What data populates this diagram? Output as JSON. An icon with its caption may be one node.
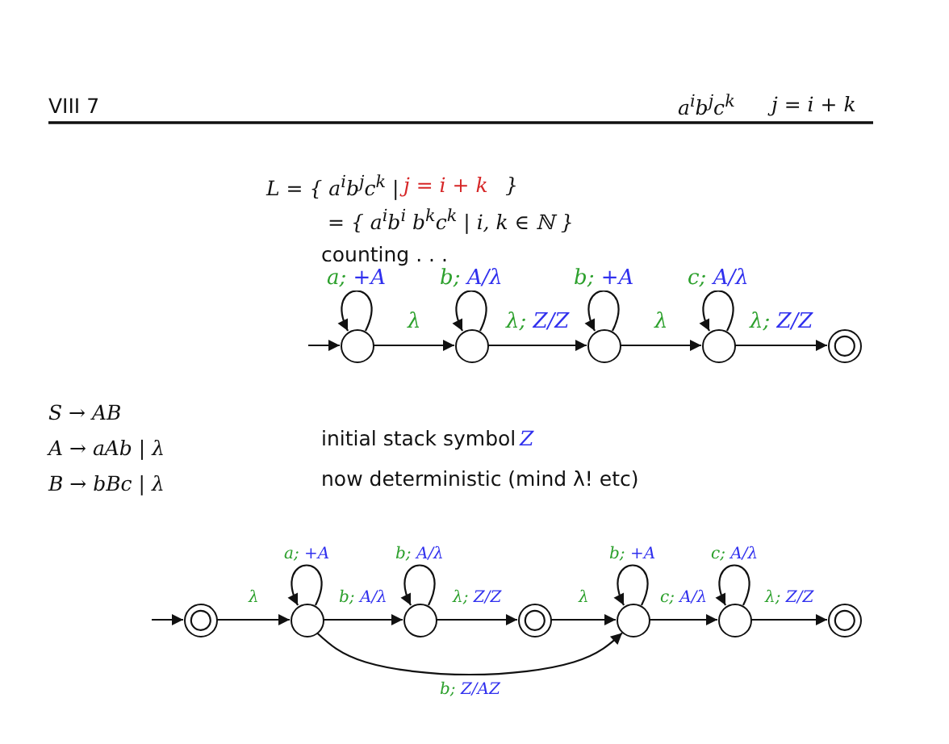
{
  "diagram": {
    "title": "VIII 7",
    "nodes": [
      {
        "text": [],
        "shape": "circle"
      },
      {
        "text": [],
        "shape": "circle"
      },
      {
        "text": [],
        "shape": "circle"
      },
      {
        "text": [],
        "shape": "circle"
      },
      {
        "text": [],
        "shape": "doublecircle"
      },
      {
        "text": [],
        "shape": "doublecircle"
      },
      {
        "text": [],
        "shape": "circle"
      },
      {
        "text": [],
        "shape": "circle"
      },
      {
        "text": [],
        "shape": "doublecircle"
      },
      {
        "text": [],
        "shape": "circle"
      },
      {
        "text": [],
        "shape": "circle"
      },
      {
        "text": [],
        "shape": "doublecircle"
      }
    ],
    "edges": [
      {
        "from": null,
        "to": 0,
        "arrow": "to"
      },
      {
        "from": 0,
        "to": 0,
        "arrow": "to",
        "label": "a; +A"
      },
      {
        "from": 0,
        "to": 1,
        "arrow": "to",
        "label": "λ"
      },
      {
        "from": 1,
        "to": 1,
        "arrow": "to",
        "label": "b; A/λ"
      },
      {
        "from": 1,
        "to": 2,
        "arrow": "to",
        "label": "λ; Z/Z"
      },
      {
        "from": 2,
        "to": 2,
        "arrow": "to",
        "label": "b; +A"
      },
      {
        "from": 2,
        "to": 3,
        "arrow": "to",
        "label": "λ"
      },
      {
        "from": 3,
        "to": 3,
        "arrow": "to",
        "label": "c; A/λ"
      },
      {
        "from": 3,
        "to": 4,
        "arrow": "to",
        "label": "λ; Z/Z"
      },
      {
        "from": null,
        "to": 5,
        "arrow": "to"
      },
      {
        "from": 5,
        "to": 6,
        "arrow": "to",
        "label": "λ"
      },
      {
        "from": 6,
        "to": 6,
        "arrow": "to",
        "label": "a; +A"
      },
      {
        "from": 6,
        "to": 7,
        "arrow": "to",
        "label": "b; A/λ"
      },
      {
        "from": 7,
        "to": 7,
        "arrow": "to",
        "label": "b; A/λ"
      },
      {
        "from": 7,
        "to": 8,
        "arrow": "to",
        "label": "λ; Z/Z"
      },
      {
        "from": 8,
        "to": 9,
        "arrow": "to",
        "label": "λ"
      },
      {
        "from": 9,
        "to": 9,
        "arrow": "to",
        "label": "b; +A"
      },
      {
        "from": 9,
        "to": 10,
        "arrow": "to",
        "label": "c; A/λ"
      },
      {
        "from": 10,
        "to": 10,
        "arrow": "to",
        "label": "c; A/λ"
      },
      {
        "from": 10,
        "to": 11,
        "arrow": "to",
        "label": "λ; Z/Z"
      },
      {
        "from": 6,
        "to": 9,
        "arrow": "to",
        "label": "b; Z/AZ"
      }
    ],
    "labels": [
      "a$^{i}$b$^{j}$c$^{k}$",
      "j = i + k",
      "L = { a$^{i}$b$^{j}$c$^{k}$ |",
      "j = i + k",
      "}",
      "= { a$^{i}$b$^{i}$ b$^{k}$c$^{k}$ | i, k ∈ ℕ }",
      "counting . . .",
      "S → AB",
      "A → aAb | λ",
      "B → bBc | λ",
      "initial stack symbol",
      "Z",
      "now deterministic (mind λ! etc)"
    ]
  }
}
